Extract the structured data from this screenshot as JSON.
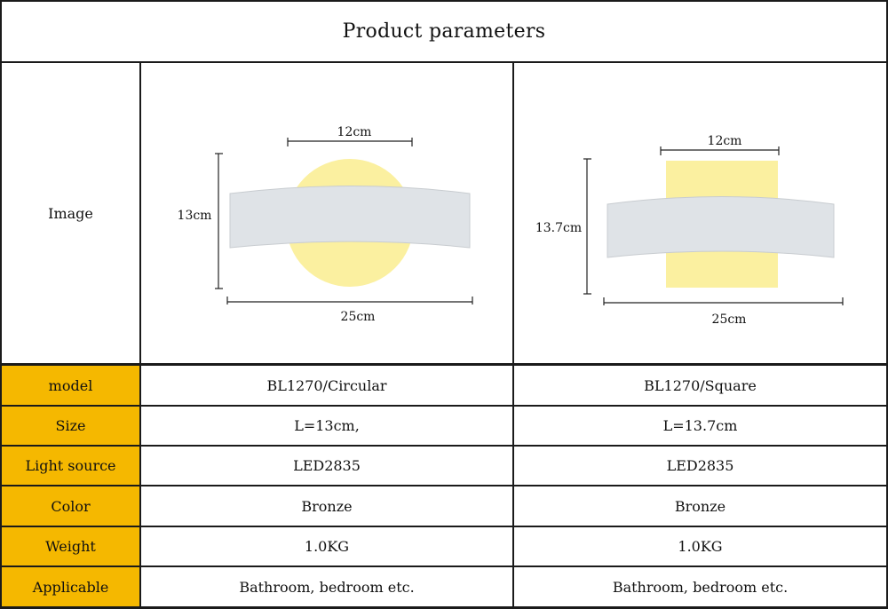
{
  "title": "Product parameters",
  "image_row": {
    "label": "Image",
    "circular": {
      "width_dim": "12cm",
      "height_dim": "13cm",
      "length_dim": "25cm"
    },
    "square": {
      "width_dim": "12cm",
      "height_dim": "13.7cm",
      "length_dim": "25cm"
    }
  },
  "rows": [
    {
      "label": "model",
      "col1": "BL1270/Circular",
      "col2": "BL1270/Square"
    },
    {
      "label": "Size",
      "col1": "L=13cm,",
      "col2": "L=13.7cm"
    },
    {
      "label": "Light source",
      "col1": "LED2835",
      "col2": "LED2835"
    },
    {
      "label": "Color",
      "col1": "Bronze",
      "col2": "Bronze"
    },
    {
      "label": "Weight",
      "col1": "1.0KG",
      "col2": "1.0KG"
    },
    {
      "label": "Applicable",
      "col1": "Bathroom, bedroom etc.",
      "col2": "Bathroom, bedroom etc."
    }
  ],
  "colors": {
    "label_fill": "#f5b800",
    "lamp_body": "#dfe3e7",
    "light_glow": "#fbf0a0"
  }
}
